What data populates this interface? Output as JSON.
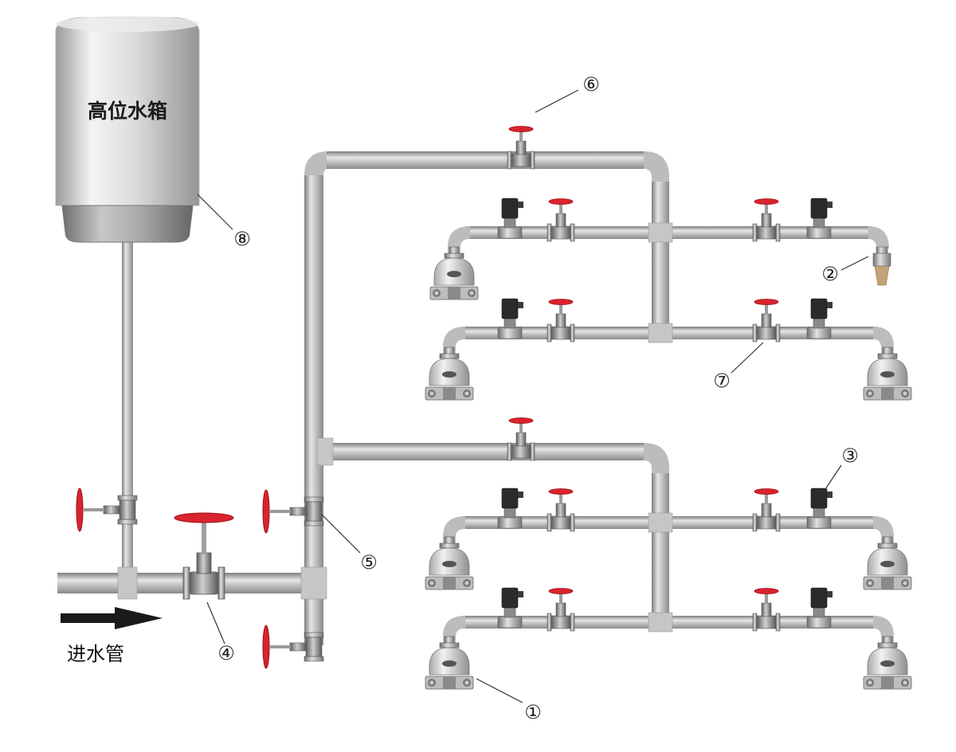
{
  "tank": {
    "label": "高位水箱"
  },
  "inlet": {
    "label": "进水管"
  },
  "callouts": {
    "c1": "①",
    "c2": "②",
    "c3": "③",
    "c4": "④",
    "c5": "⑤",
    "c6": "⑥",
    "c7": "⑦",
    "c8": "⑧"
  },
  "colors": {
    "pipe": "#b4b4b4",
    "handwheel": "#d9232d",
    "solenoid": "#2b2b2b",
    "arrow": "#1a1a1a"
  }
}
